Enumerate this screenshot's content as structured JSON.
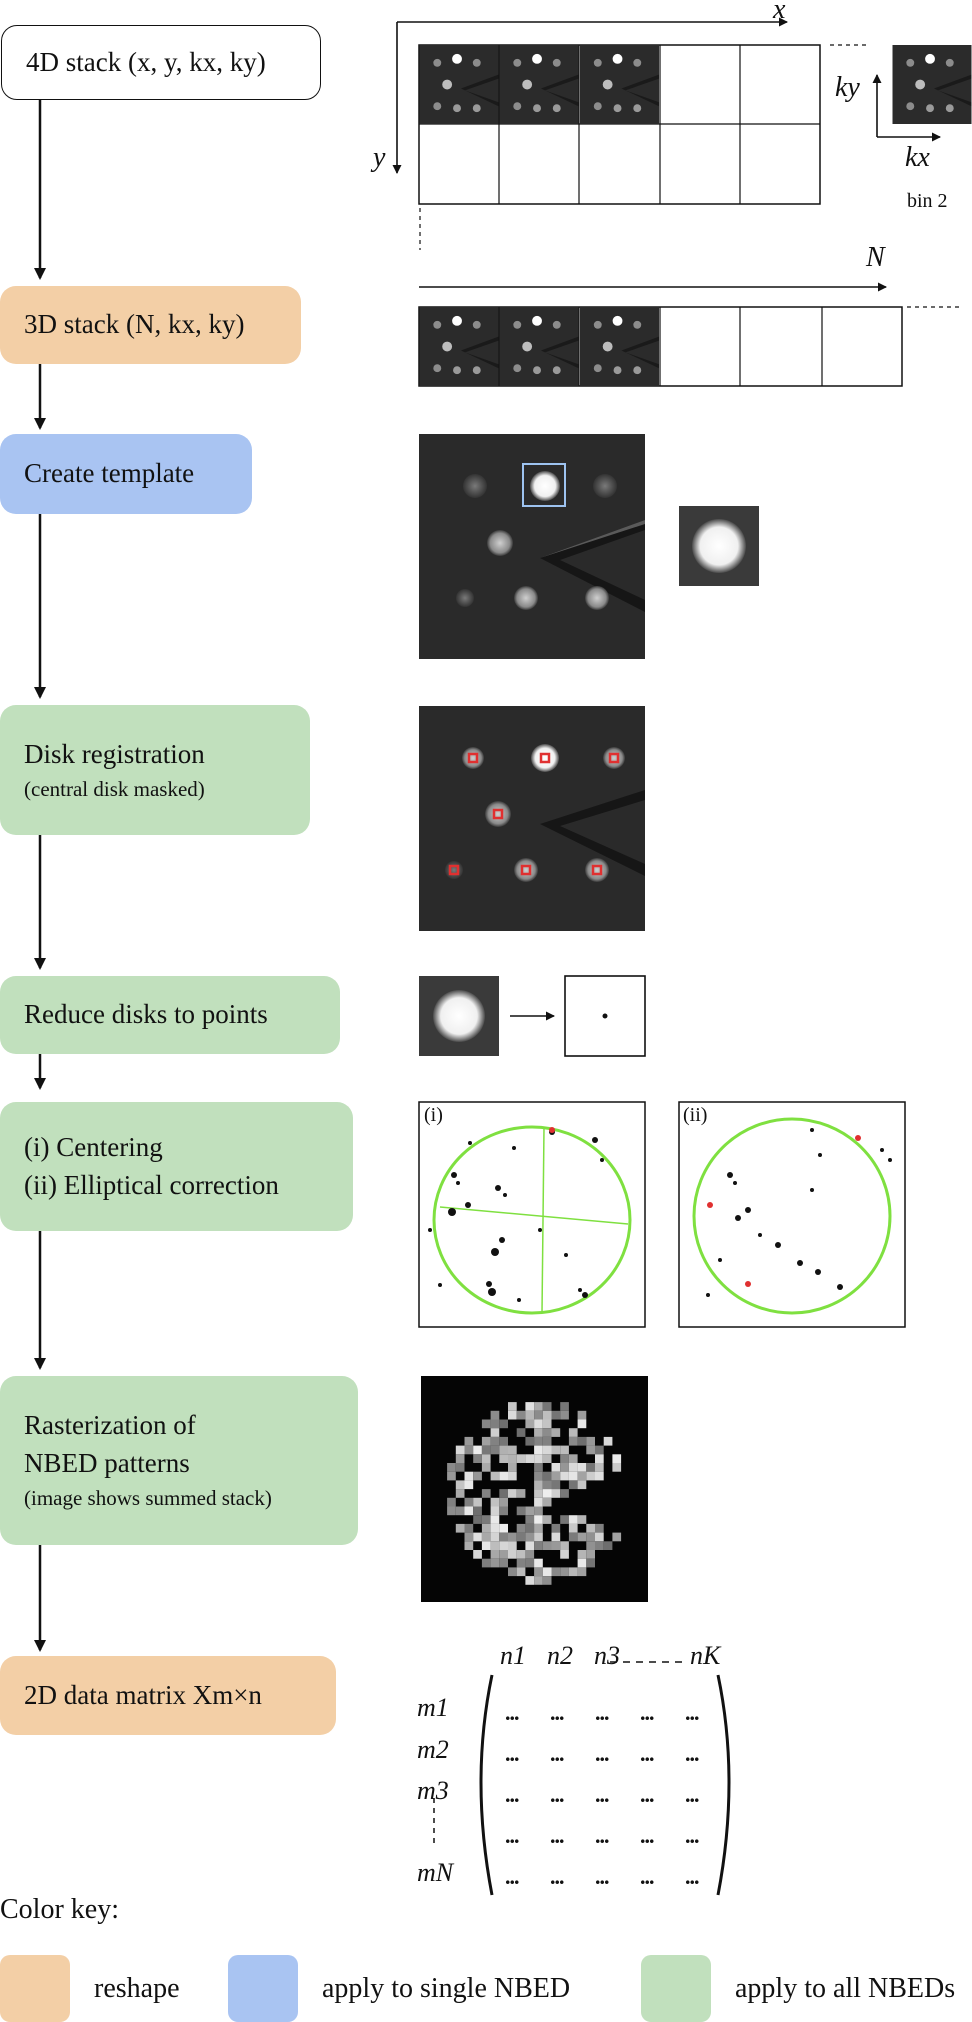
{
  "steps": [
    {
      "id": "4d",
      "label": "4D stack (",
      "math": "x, y, k",
      "tail": ")",
      "color": "#ffffff"
    },
    {
      "id": "3d",
      "label": "3D stack (N, k",
      "color": "#f3cfa6"
    },
    {
      "id": "template",
      "label": "Create template",
      "color": "#a9c4f2"
    },
    {
      "id": "disk",
      "label": "Disk registration",
      "sub": "(central disk masked)",
      "color": "#c1e0bd"
    },
    {
      "id": "reduce",
      "label": "Reduce disks to points",
      "color": "#c1e0bd"
    },
    {
      "id": "center",
      "line1": "(i) Centering",
      "line2": "(ii) Elliptical correction",
      "color": "#c1e0bd"
    },
    {
      "id": "raster",
      "line1": "Rasterization of",
      "line2": "NBED patterns",
      "sub": "(image shows summed stack)",
      "color": "#c1e0bd"
    },
    {
      "id": "matrix",
      "label": "2D data matrix X",
      "color": "#f3cfa6"
    }
  ],
  "text": {
    "step1": "4D stack (x, y, kx, ky)",
    "step2": "3D stack (N, kx, ky)",
    "step3": "Create template",
    "step4": "Disk registration",
    "step4_sub": "(central disk masked)",
    "step5": "Reduce disks to points",
    "step6_line1": "(i) Centering",
    "step6_line2": "(ii) Elliptical correction",
    "step7_line1": "Rasterization of",
    "step7_line2": "NBED patterns",
    "step7_sub": "(image shows summed stack)",
    "step8": "2D data matrix Xm×n"
  },
  "axes": {
    "x": "x",
    "y": "y",
    "N": "N",
    "kx": "kx",
    "ky": "ky",
    "bin": "bin 2"
  },
  "panels": {
    "i": "(i)",
    "ii": "(ii)"
  },
  "matrix": {
    "cols": [
      "n1",
      "n2",
      "n3",
      "nK"
    ],
    "rows": [
      "m1",
      "m2",
      "m3",
      "mN"
    ],
    "cell": "..."
  },
  "key": {
    "title": "Color key:",
    "items": [
      {
        "label": "reshape",
        "color": "#f3cfa6"
      },
      {
        "label": "apply to single NBED",
        "color": "#a9c4f2"
      },
      {
        "label": "apply to all NBEDs",
        "color": "#c1e0bd"
      }
    ]
  }
}
